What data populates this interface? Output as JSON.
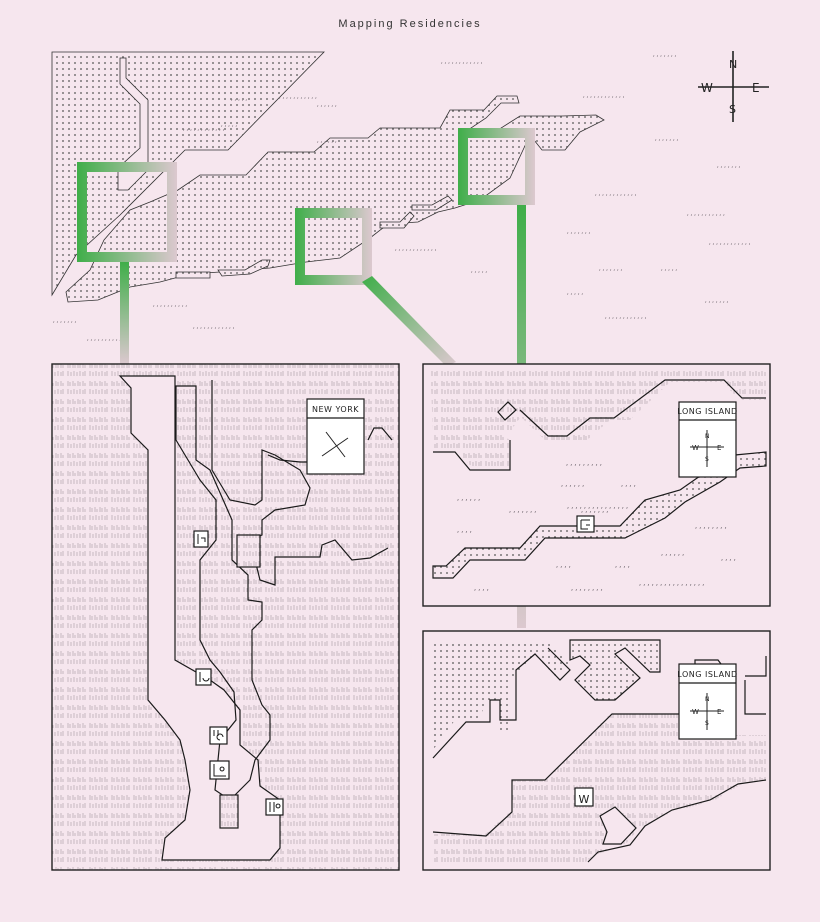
{
  "title": "Mapping Residencies",
  "colors": {
    "background": "#f6e6ee",
    "land_line": "#1a1a1a",
    "highlight_green": "#3fae49",
    "highlight_fade": "#dcc8cf",
    "legend_fill": "#ffffff"
  },
  "overview_map": {
    "compass": {
      "n": "N",
      "s": "S",
      "e": "E",
      "w": "W"
    },
    "highlight_boxes": [
      {
        "name": "new-york-region"
      },
      {
        "name": "long-island-west-region"
      },
      {
        "name": "long-island-east-region"
      }
    ]
  },
  "panels": [
    {
      "id": "new-york",
      "legend_title": "NEW YORK",
      "compass_icon": "rotated-compass",
      "residency_markers": [
        "marker-1",
        "marker-2",
        "marker-3",
        "marker-4",
        "marker-5"
      ]
    },
    {
      "id": "long-island-1",
      "legend_title": "LONG ISLAND",
      "compass": {
        "n": "N",
        "s": "S",
        "e": "E",
        "w": "W"
      },
      "residency_markers": [
        "marker-1"
      ]
    },
    {
      "id": "long-island-2",
      "legend_title": "LONG ISLAND",
      "compass": {
        "n": "N",
        "s": "S",
        "e": "E",
        "w": "W"
      },
      "residency_markers": [
        "marker-W"
      ]
    }
  ]
}
